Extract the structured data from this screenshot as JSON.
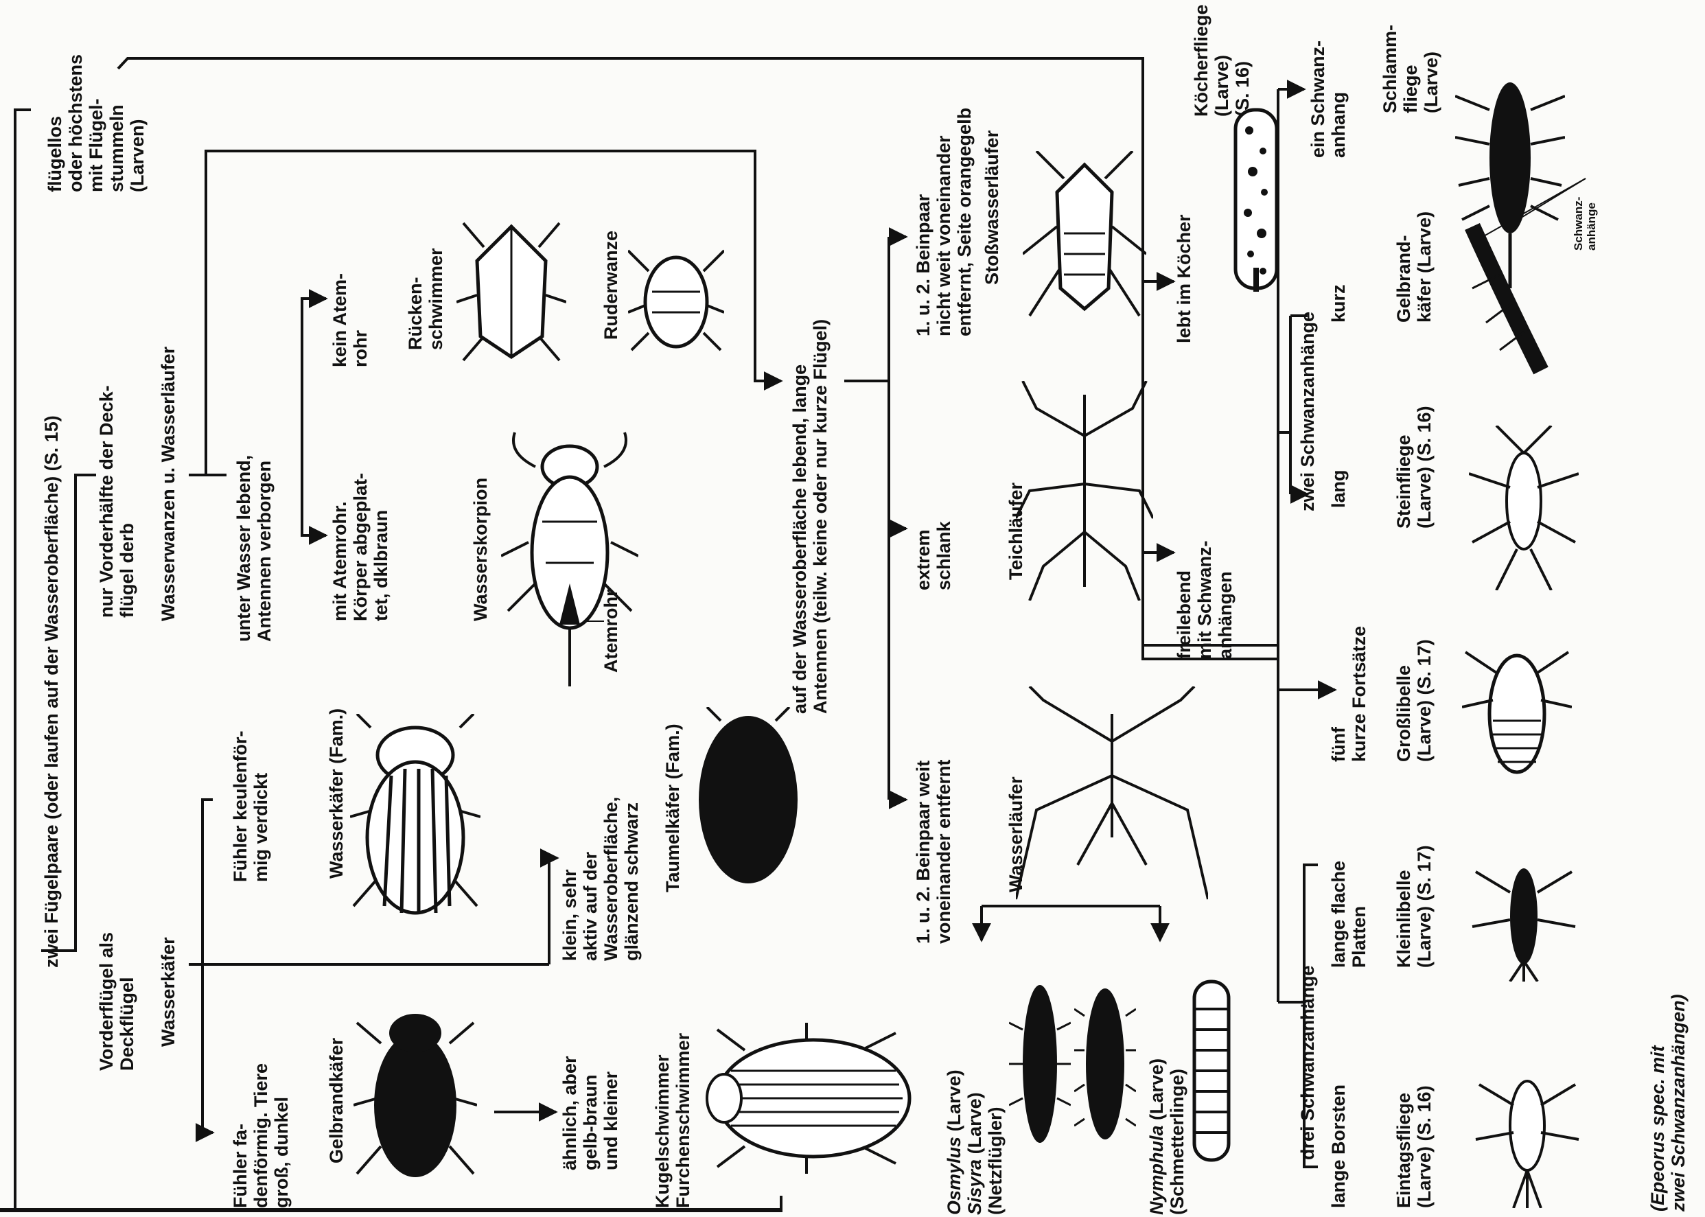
{
  "key": {
    "zwei_fluegelpaare": "zwei Fügelpaare (oder laufen auf der Wasseroberfläche) (S. 15)",
    "fluegellos": [
      "flügellos",
      "oder höchstens",
      "mit Flügel-",
      "stummeln",
      "(Larven)"
    ],
    "vorderfluegel_deck": [
      "Vorderflügel als",
      "Deckflügel"
    ],
    "nur_vorderhaelfte": [
      "nur Vorderhälfte der Deck-",
      "flügel derb"
    ],
    "wasserkaefer_group": "Wasserkäfer",
    "wasserwanzen_group": "Wasserwanzen u. Wasserläufer",
    "fuehler_fadenfoermig": [
      "Fühler fa-",
      "denförmig. Tiere",
      "groß, dunkel"
    ],
    "gelbrandkaefer": "Gelbrandkäfer",
    "aehnlich": [
      "ähnlich, aber",
      "gelb-braun",
      "und kleiner"
    ],
    "kugelschwimmer": [
      "Kugelschwimmer",
      "Furchenschwimmer"
    ],
    "fuehler_keulen": [
      "Fühler keulenför-",
      "mig verdickt"
    ],
    "wasserkaefer_fam": "Wasserkäfer (Fam.)",
    "klein_aktiv": [
      "klein, sehr",
      "aktiv auf der",
      "Wasseroberfläche,",
      "glänzend schwarz"
    ],
    "taumelkaefer": "Taumelkäfer (Fam.)",
    "unter_wasser": [
      "unter Wasser lebend,",
      "Antennen verborgen"
    ],
    "mit_atemrohr": [
      "mit Atemrohr.",
      "Körper abgeplat-",
      "tet, dklbraun"
    ],
    "wasserskorpion": "Wasserskorpion",
    "atemrohr_label": "Atemrohr",
    "kein_atemrohr": [
      "kein Atem-",
      "rohr"
    ],
    "rueckenschwimmer": [
      "Rücken-",
      "schwimmer"
    ],
    "ruderwanze": "Ruderwanze",
    "auf_wasseroberflaeche": [
      "auf der Wasseroberfläche lebend, lange",
      "Antennen (teilw. keine oder nur kurze Flügel)"
    ],
    "beinpaar_weit": [
      "1. u. 2. Beinpaar weit",
      "voneinander entfernt"
    ],
    "wasserlaeufer": "Wasserläufer",
    "extrem_schlank": [
      "extrem",
      "schlank"
    ],
    "teichlaeufer": "Teichläufer",
    "beinpaar_nicht_weit": [
      "1. u. 2. Beinpaar",
      "nicht weit voneinander",
      "entfernt, Seite orangegelb"
    ],
    "stosswasserlaeufer": "Stoßwasserläufer",
    "larven_list": [
      {
        "text": "Osmylus (Larve)",
        "italic_part": "Osmylus"
      },
      {
        "text": "Sisyra (Larve)",
        "italic_part": "Sisyra"
      },
      {
        "text": "(Netzflügler)",
        "italic_part": ""
      },
      {
        "text": "Nymphula (Larve)",
        "italic_part": "Nymphula"
      },
      {
        "text": "(Schmetterlinge)",
        "italic_part": ""
      }
    ],
    "freilebend": [
      "freilebend",
      "mit Schwanz-",
      "anhängen"
    ],
    "lebt_im_koecher": "lebt im Köcher",
    "koecherfliege": [
      "Köcherfliege",
      "(Larve)",
      "(S. 16)"
    ],
    "drei_schwanzanhaenge": "drei Schwanzanhänge",
    "lange_borsten": "lange Borsten",
    "eintagsfliege": [
      "Eintagsfliege",
      "(Larve) (S. 16)"
    ],
    "epeorus": [
      "(Epeorus spec. mit",
      "zwei Schwanzanhängen)"
    ],
    "lange_flache_platten": [
      "lange flache",
      "Platten"
    ],
    "kleinlibelle": [
      "Kleinlibelle",
      "(Larve) (S. 17)"
    ],
    "fuenf_kurze": [
      "fünf",
      "kurze Fortsätze"
    ],
    "grosslibelle": [
      "Großlibelle",
      "(Larve) (S. 17)"
    ],
    "zwei_schwanzanhaenge": "zwei Schwanzanhänge",
    "lang": "lang",
    "steinfliege": [
      "Steinfliege",
      "(Larve) (S. 16)"
    ],
    "kurz": "kurz",
    "gelbrandkaefer_larve": [
      "Gelbrand-",
      "käfer (Larve)"
    ],
    "schwanzanhaenge_small": [
      "Schwanz-",
      "anhänge"
    ],
    "ein_schwanzanhang": [
      "ein Schwanz-",
      "anhang"
    ],
    "schlammfliege": [
      "Schlamm-",
      "fliege",
      "(Larve)"
    ]
  },
  "icons": [
    "beetle-icon",
    "water-bug-icon",
    "larva-icon",
    "caddis-case-icon",
    "water-strider-icon"
  ]
}
